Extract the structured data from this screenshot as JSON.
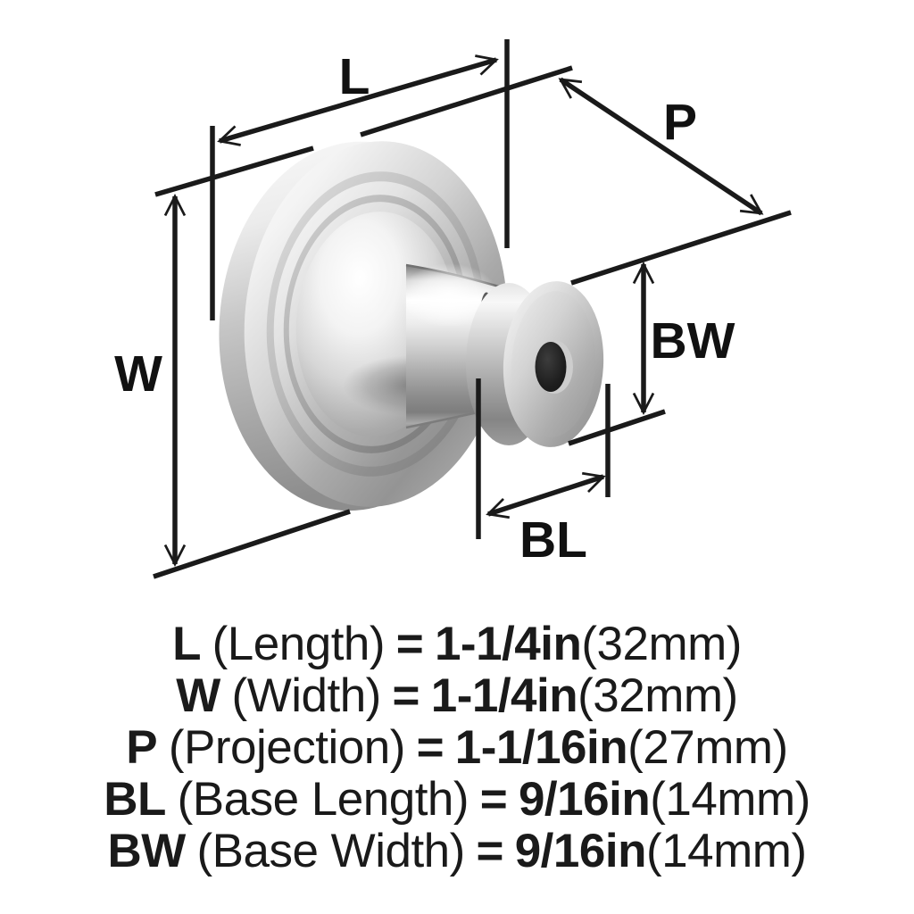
{
  "diagram": {
    "dims": {
      "L": "L",
      "W": "W",
      "P": "P",
      "BW": "BW",
      "BL": "BL"
    },
    "illustration": "chrome-cabinet-knob-three-quarter-view"
  },
  "colors": {
    "ink": "#1a1a1a",
    "background": "#ffffff",
    "metal_light": "#fafafa",
    "metal_mid": "#c0c0c0",
    "metal_dark": "#8a8a8a",
    "hole": "#1c1c1c"
  },
  "spec_lines": [
    {
      "code": "L",
      "name": "(Length)",
      "eq": "=",
      "inch": "1-1/4in",
      "mm": "(32mm)"
    },
    {
      "code": "W",
      "name": "(Width)",
      "eq": "=",
      "inch": "1-1/4in",
      "mm": "(32mm)"
    },
    {
      "code": "P",
      "name": "(Projection)",
      "eq": "=",
      "inch": "1-1/16in",
      "mm": "(27mm)"
    },
    {
      "code": "BL",
      "name": "(Base Length)",
      "eq": "=",
      "inch": "9/16in",
      "mm": "(14mm)"
    },
    {
      "code": "BW",
      "name": "(Base Width)",
      "eq": "=",
      "inch": "9/16in",
      "mm": "(14mm)"
    }
  ]
}
